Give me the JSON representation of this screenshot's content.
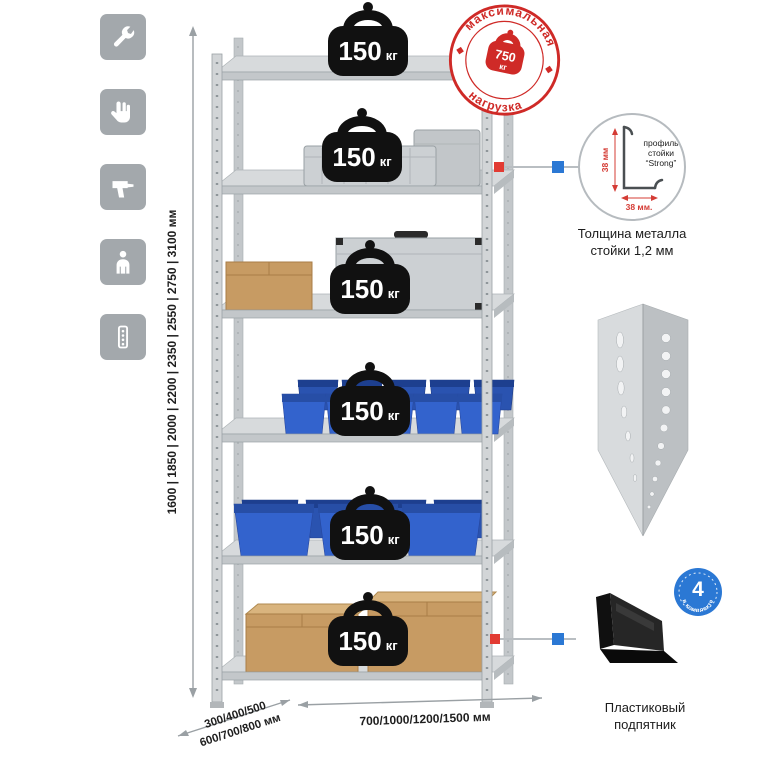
{
  "sidebar": {
    "icons": [
      "wrench",
      "gloves",
      "drill",
      "person",
      "rack-post"
    ]
  },
  "dimensions": {
    "height_label": "1600 | 1850 | 2000 | 2200 | 2350 | 2550 | 2750 | 3100 мм",
    "depth_label_line1": "300/400/500",
    "depth_label_line2": "600/700/800 мм",
    "width_label": "700/1000/1200/1500 мм"
  },
  "load_badges": [
    {
      "value": "150",
      "unit": "кг"
    },
    {
      "value": "150",
      "unit": "кг"
    },
    {
      "value": "150",
      "unit": "кг"
    },
    {
      "value": "150",
      "unit": "кг"
    },
    {
      "value": "150",
      "unit": "кг"
    },
    {
      "value": "150",
      "unit": "кг"
    }
  ],
  "max_load_stamp": {
    "arc_top": "максимальная",
    "arc_bottom": "нагрузка",
    "value": "750",
    "unit": "кг"
  },
  "profile_detail": {
    "label_line1": "профиль",
    "label_line2": "стойки",
    "label_line3": "“Strong”",
    "dim_vertical": "38 мм",
    "dim_horizontal": "38 мм.",
    "caption_line1": "Толщина металла",
    "caption_line2": "стойки 1,2 мм"
  },
  "foot_detail": {
    "badge_value": "4",
    "badge_arc": "в комплекте",
    "caption_line1": "Пластиковый",
    "caption_line2": "подпятник"
  },
  "colors": {
    "accent_red": "#cf2a27",
    "accent_blue": "#2b78d4",
    "metal_gray": "#c9cdd0",
    "bin_blue": "#3363cd"
  }
}
